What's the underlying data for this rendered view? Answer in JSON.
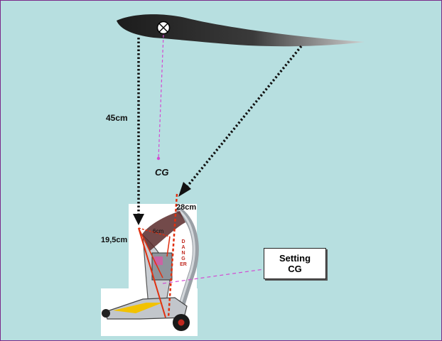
{
  "diagram": {
    "labels": {
      "length_45": "45cm",
      "cg": "CG",
      "length_28": "28cm",
      "length_19_5": "19,5cm",
      "length_6": "6cm"
    },
    "callout": {
      "text": "Setting\nCG"
    },
    "trike_warning": "DANGER",
    "colors": {
      "background": "#b7dfe0",
      "wing": "#2a2a2a",
      "guide_line": "#d24bd2",
      "trike_line": "#e03010",
      "arrow": "#111111"
    }
  }
}
